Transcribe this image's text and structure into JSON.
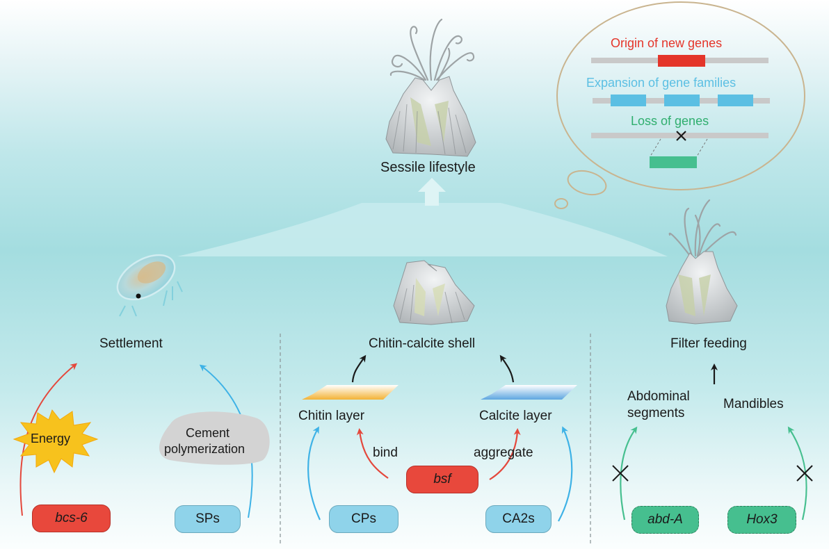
{
  "top": {
    "title": "Sessile lifestyle"
  },
  "thought_bubble": {
    "items": [
      {
        "label": "Origin of new genes",
        "color": "#e4352a"
      },
      {
        "label": "Expansion of gene families",
        "color": "#5bbfe3"
      },
      {
        "label": "Loss of genes",
        "color": "#2fae6e"
      }
    ],
    "bubble_color": "#c9b48f"
  },
  "panels": {
    "settlement": {
      "title": "Settlement",
      "energy": "Energy",
      "cement": [
        "Cement",
        "polymerization"
      ],
      "genes": [
        {
          "label": "bcs-6",
          "type": "red"
        },
        {
          "label": "SPs",
          "type": "blue"
        }
      ]
    },
    "shell": {
      "title": "Chitin-calcite shell",
      "chitin": "Chitin layer",
      "calcite": "Calcite layer",
      "bind": "bind",
      "aggregate": "aggregate",
      "genes": [
        {
          "label": "bsf",
          "type": "red"
        },
        {
          "label": "CPs",
          "type": "blue"
        },
        {
          "label": "CA2s",
          "type": "blue"
        }
      ]
    },
    "feeding": {
      "title": "Filter feeding",
      "abdominal": [
        "Abdominal",
        "segments"
      ],
      "mandibles": "Mandibles",
      "genes": [
        {
          "label": "abd-A",
          "type": "green"
        },
        {
          "label": "Hox3",
          "type": "green"
        }
      ]
    }
  },
  "colors": {
    "red_arrow": "#e4483c",
    "blue_arrow": "#3eb2e6",
    "green_arrow": "#46bf8f",
    "chitin": "#f3b236",
    "calcite": "#6aaee2"
  }
}
